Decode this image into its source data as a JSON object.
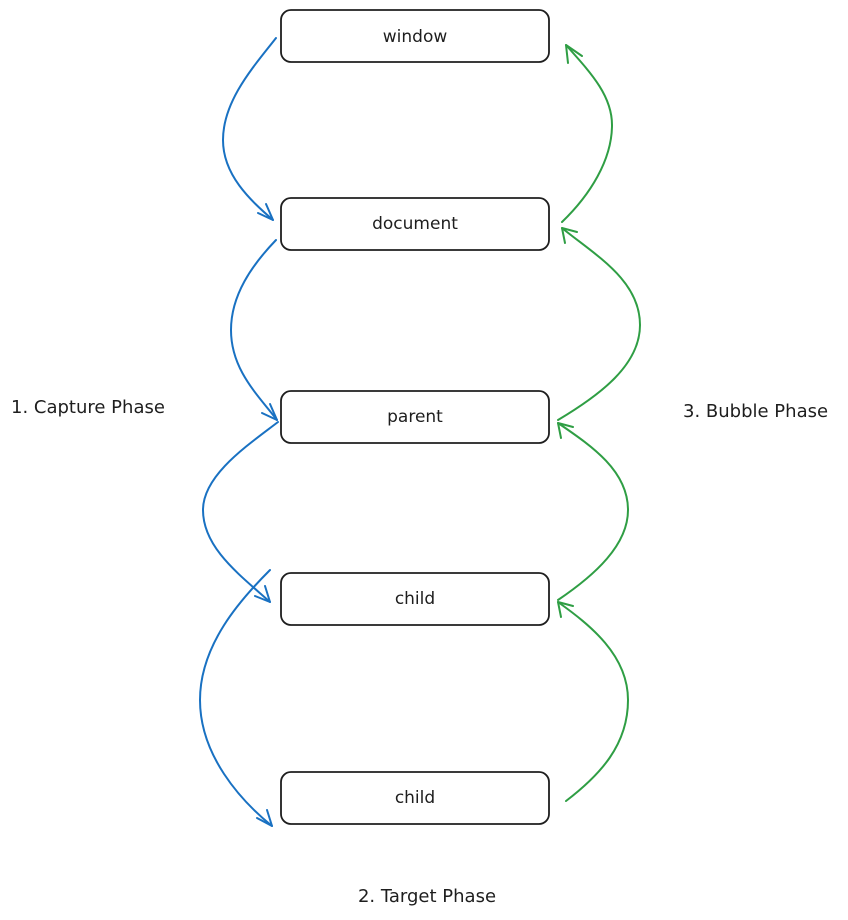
{
  "nodes": [
    {
      "id": "window",
      "label": "window"
    },
    {
      "id": "document",
      "label": "document"
    },
    {
      "id": "parent",
      "label": "parent"
    },
    {
      "id": "child",
      "label": "child"
    },
    {
      "id": "child-target",
      "label": "child"
    }
  ],
  "phases": {
    "capture": {
      "label": "1. Capture Phase",
      "color": "#1971c2"
    },
    "target": {
      "label": "2. Target Phase"
    },
    "bubble": {
      "label": "3. Bubble Phase",
      "color": "#2f9e44"
    }
  },
  "edges": [
    {
      "phase": "capture",
      "from": "window",
      "to": "document"
    },
    {
      "phase": "capture",
      "from": "document",
      "to": "parent"
    },
    {
      "phase": "capture",
      "from": "parent",
      "to": "child"
    },
    {
      "phase": "capture",
      "from": "child",
      "to": "child-target"
    },
    {
      "phase": "bubble",
      "from": "child-target",
      "to": "child"
    },
    {
      "phase": "bubble",
      "from": "child",
      "to": "parent"
    },
    {
      "phase": "bubble",
      "from": "parent",
      "to": "document"
    },
    {
      "phase": "bubble",
      "from": "document",
      "to": "window"
    }
  ]
}
